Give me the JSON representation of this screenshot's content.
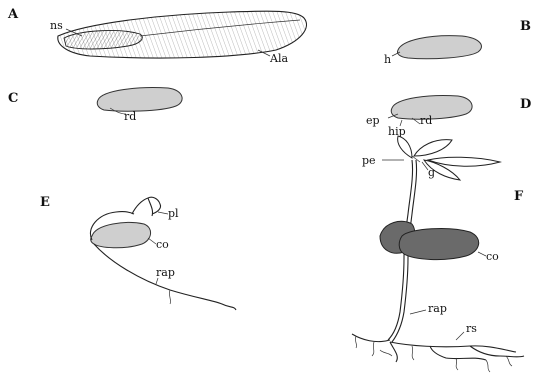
{
  "panels": {
    "A": {
      "letter": "A",
      "labels": {
        "ns": "ns",
        "ala": "Ala"
      }
    },
    "B": {
      "letter": "B",
      "labels": {
        "h": "h"
      }
    },
    "C": {
      "letter": "C",
      "labels": {
        "rd": "rd"
      }
    },
    "D": {
      "letter": "D",
      "labels": {
        "ep": "ep",
        "rd": "rd",
        "hip": "hip"
      }
    },
    "E": {
      "letter": "E",
      "labels": {
        "pl": "pl",
        "co": "co",
        "rap": "rap"
      }
    },
    "F": {
      "letter": "F",
      "labels": {
        "pe": "pe",
        "g": "g",
        "co": "co",
        "rap": "rap",
        "rs": "rs"
      }
    }
  }
}
